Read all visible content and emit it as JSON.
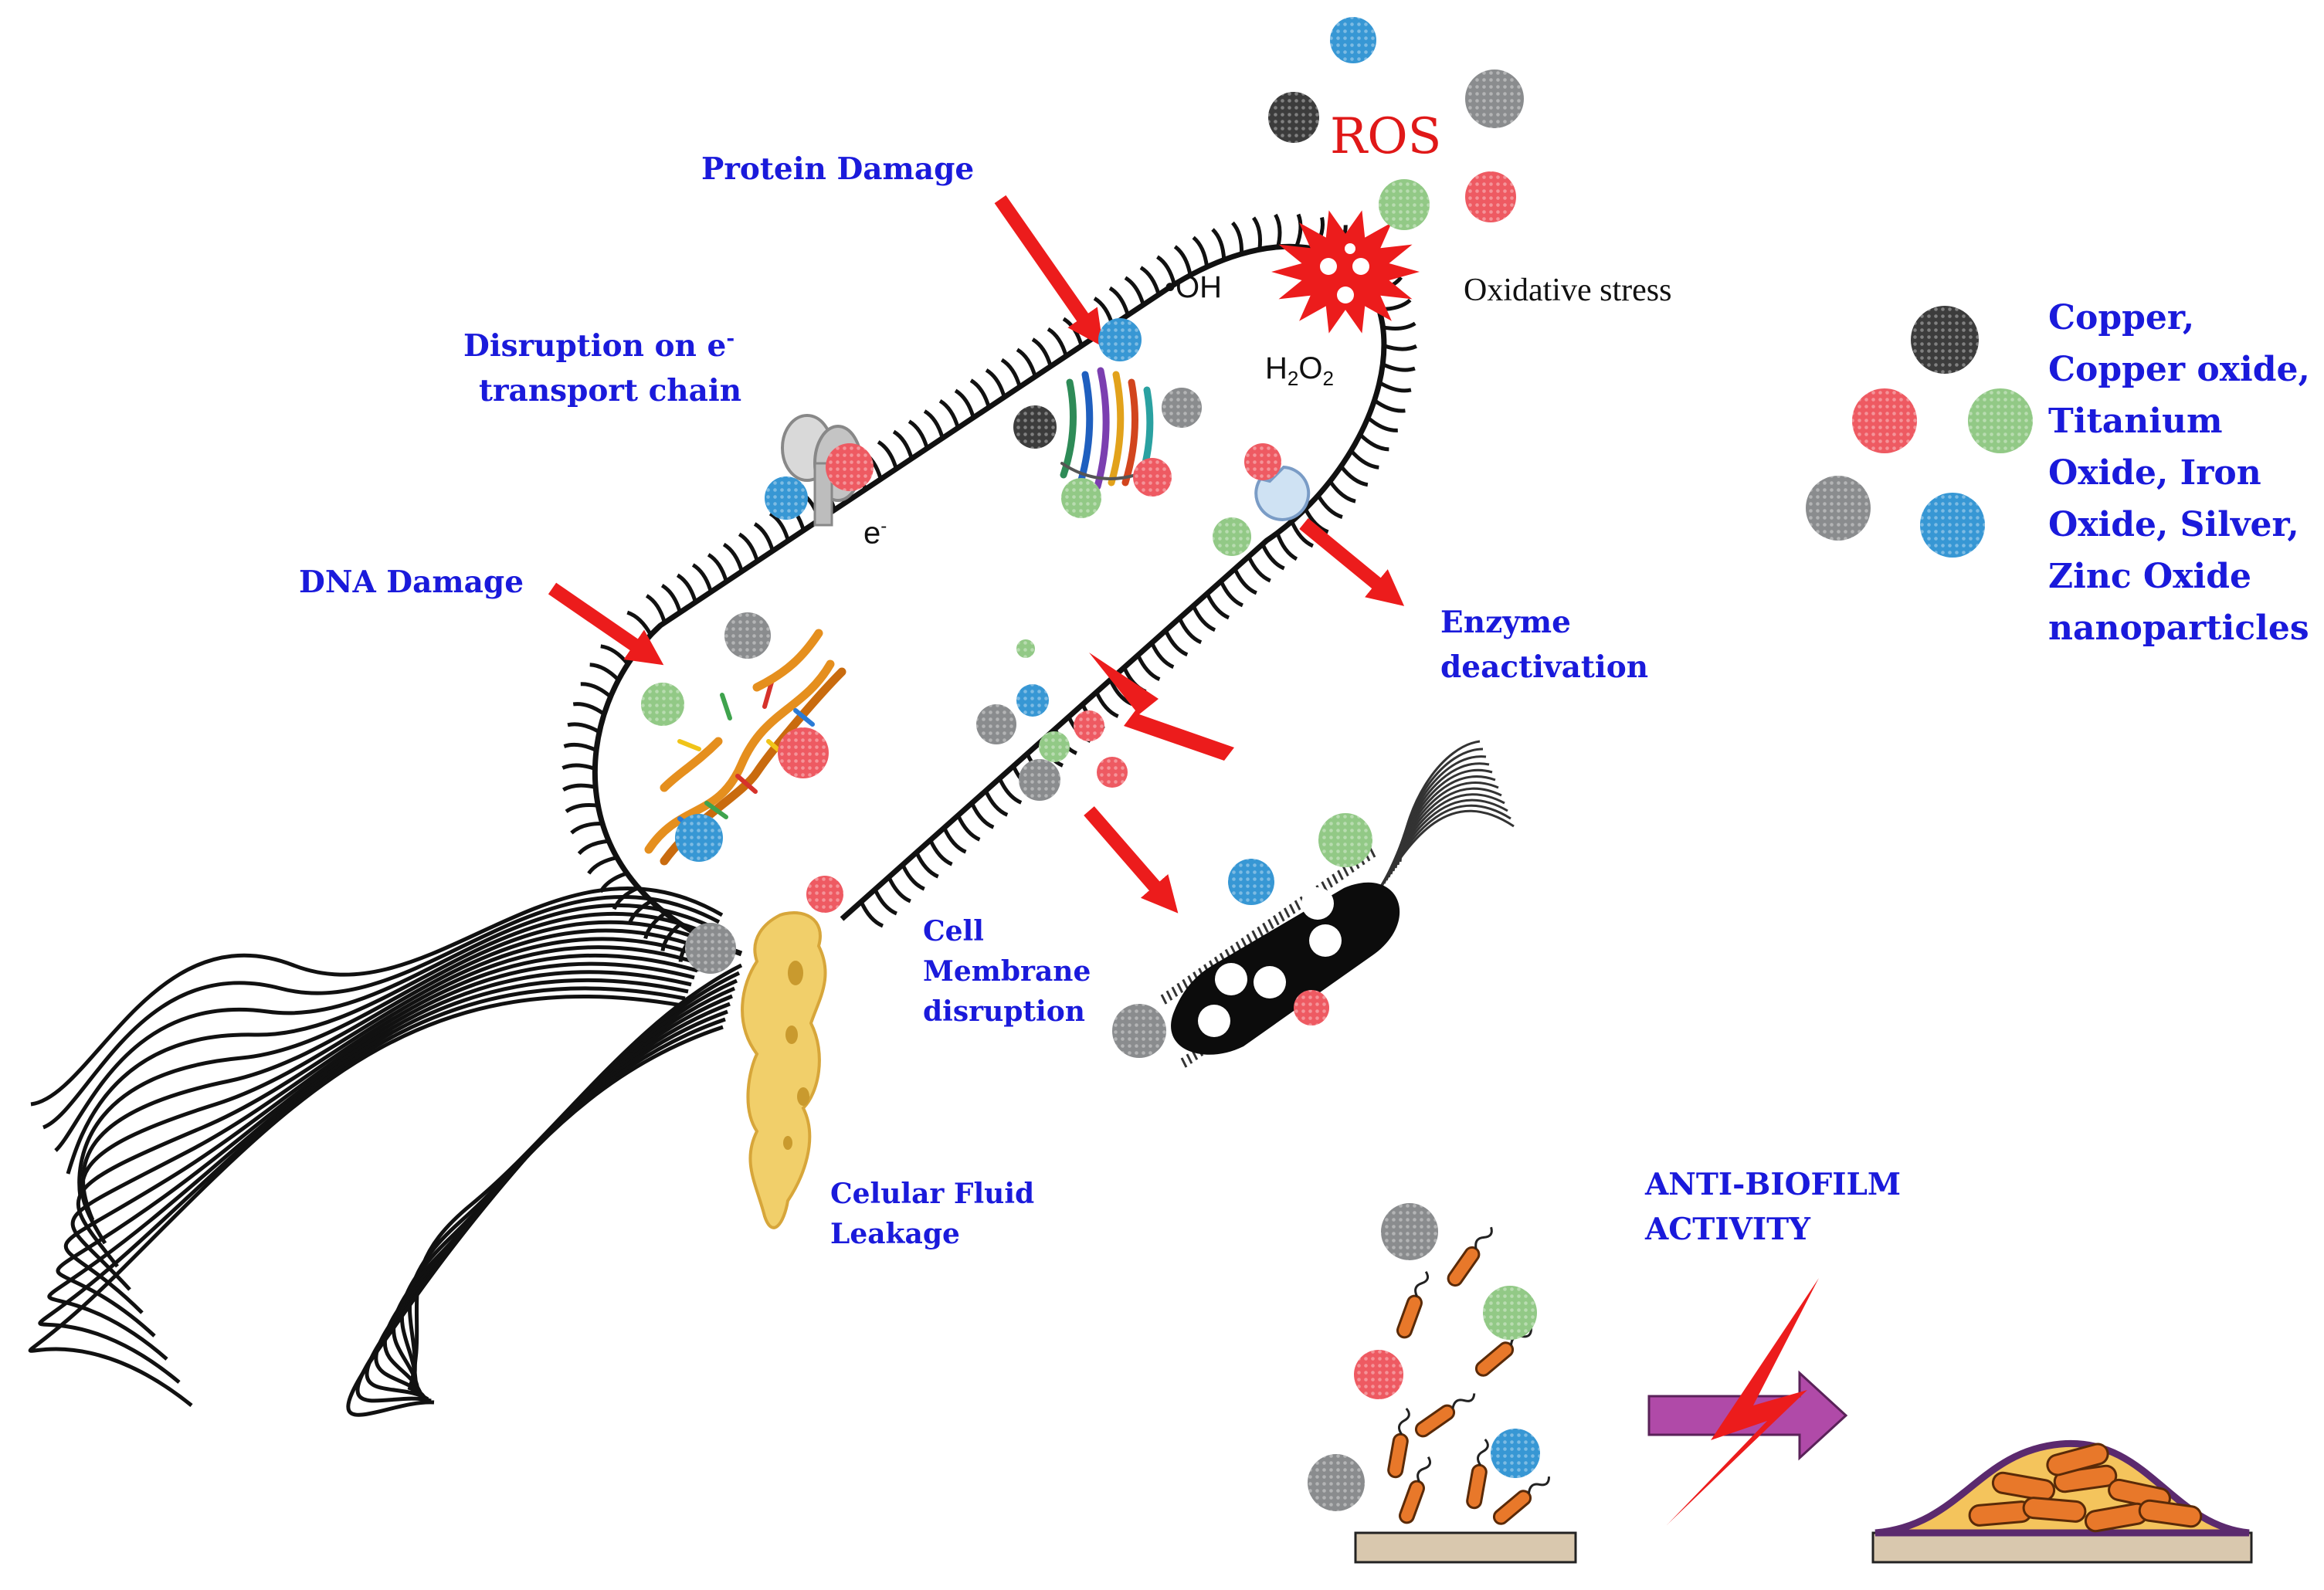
{
  "labels": {
    "ros": "ROS",
    "oxidative_stress": "Oxidative stress",
    "hydroxyl": "•OH",
    "h2o2_h": "H",
    "h2o2_2a": "2",
    "h2o2_o": "O",
    "h2o2_2b": "2",
    "protein_damage": "Protein Damage",
    "etc_line1": "Disruption on e",
    "etc_sup": "-",
    "etc_line2": "transport chain",
    "electron": "e",
    "electron_sup": "-",
    "dna_damage": "DNA Damage",
    "enzyme_line1": "Enzyme",
    "enzyme_line2": "deactivation",
    "membrane_line1": "Cell",
    "membrane_line2": "Membrane",
    "membrane_line3": "disruption",
    "leak_line1": "Celular Fluid",
    "leak_line2": "Leakage",
    "antibiofilm_line1": "ANTI-BIOFILM",
    "antibiofilm_line2": "ACTIVITY"
  },
  "legend": {
    "lines": [
      "Copper,",
      "Copper oxide,",
      "Titanium",
      "Oxide, Iron",
      "Oxide, Silver,",
      "Zinc Oxide",
      "nanoparticles"
    ]
  },
  "colors": {
    "np_black": "#3c3c3c",
    "np_grey": "#8a8c8e",
    "np_red": "#ee5a62",
    "np_green": "#92c986",
    "np_blue": "#3797d4",
    "arrow_red": "#ec1c1c",
    "label_blue": "#1a1adb",
    "biofilm_fill": "#f4c45c",
    "biofilm_edge": "#5b2a6e",
    "bacteria_orange": "#e8782a",
    "purple_arrow": "#b04aa8",
    "surface": "#d9c8ae"
  },
  "icons": [
    "nanoparticle-icon",
    "dna-helix-icon",
    "protein-icon",
    "enzyme-icon",
    "ion-channel-icon",
    "ros-burst-icon",
    "lightning-icon",
    "dead-bacterium-icon",
    "biofilm-icon",
    "surface-icon"
  ]
}
